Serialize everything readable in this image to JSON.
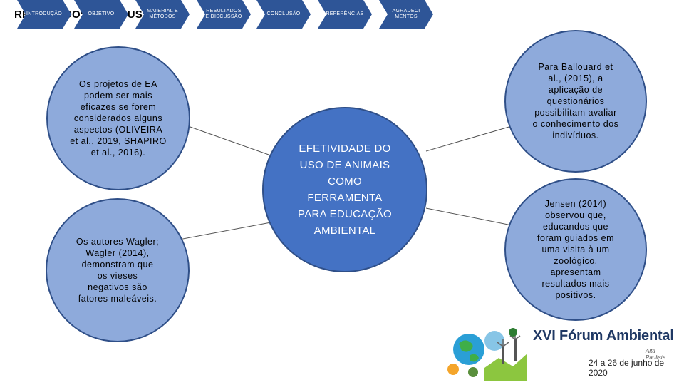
{
  "slide": {
    "title": "RESULTADOS E DISCUSSÃO"
  },
  "center": {
    "lines": [
      "EFETIVIDADE DO",
      "USO DE ANIMAIS",
      "COMO",
      "FERRAMENTA",
      "PARA EDUCAÇÃO",
      "AMBIENTAL"
    ]
  },
  "circles": {
    "top_left": {
      "lines": [
        "Os projetos de EA",
        "podem ser mais",
        "eficazes se forem",
        "considerados alguns",
        "aspectos (OLIVEIRA",
        "et al., 2019, SHAPIRO",
        "et al., 2016)."
      ]
    },
    "bottom_left": {
      "lines": [
        "Os autores Wagler;",
        "Wagler (2014),",
        "demonstram que",
        "os vieses",
        "negativos são",
        "fatores maleáveis."
      ]
    },
    "top_right": {
      "lines": [
        "Para Ballouard et",
        "al., (2015), a",
        "aplicação de",
        "questionários",
        "possibilitam avaliar",
        "o conhecimento dos",
        "indivíduos."
      ]
    },
    "bottom_right": {
      "lines": [
        "Jensen (2014)",
        "observou que,",
        "educandos que",
        "foram guiados em",
        "uma visita à um",
        "zoológico,",
        "apresentam",
        "resultados mais",
        "positivos."
      ]
    }
  },
  "nav": {
    "items": [
      {
        "label": "INTRODUÇÃO"
      },
      {
        "label": "OBJETIVO"
      },
      {
        "label": "MATERIAL E MÉTODOS"
      },
      {
        "label": "RESULTADOS E DISCUSSÃO"
      },
      {
        "label": "CONCLUSÃO"
      },
      {
        "label": "REFERÊNCIAS"
      },
      {
        "label": "AGRADECI MENTOS"
      }
    ]
  },
  "logo": {
    "title": "XVI Fórum Ambiental",
    "subtitle": "Alta Paulista",
    "date": "24 a 26 de junho de 2020"
  },
  "colors": {
    "outer_circle": "#8eaadb",
    "center_circle": "#4472c4",
    "nav_chevron": "#2e5597",
    "logo_text": "#1f3864"
  }
}
